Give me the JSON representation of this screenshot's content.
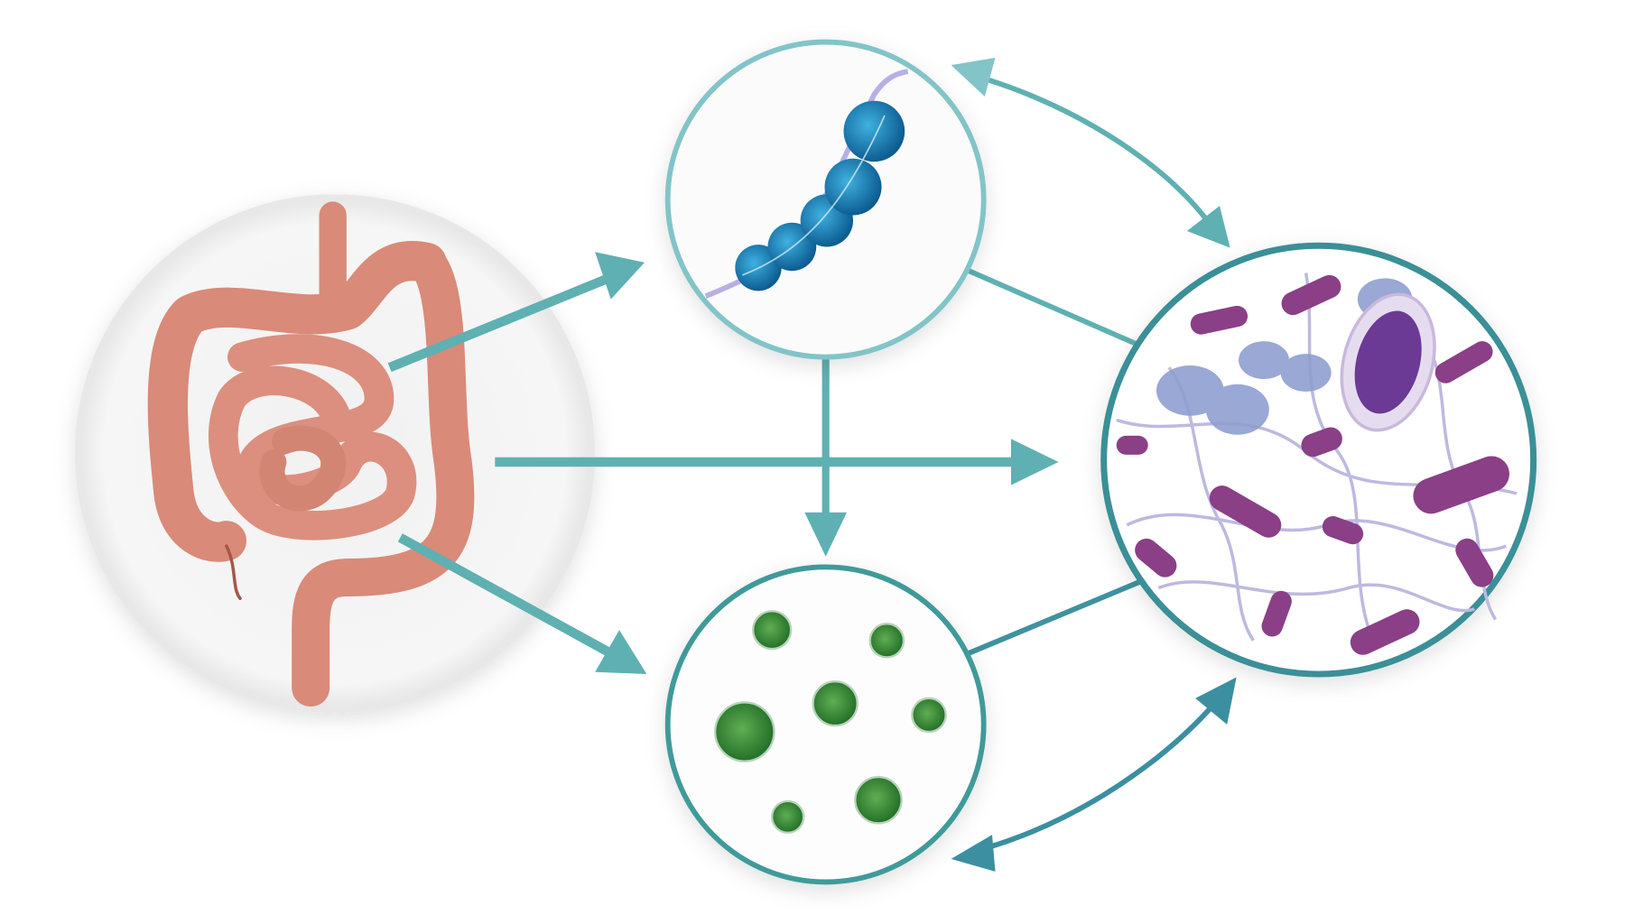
{
  "colors": {
    "background": "#ffffff",
    "arrow": "#5fb0b2",
    "arrow_dark": "#3b8fa0",
    "top_circle_stroke": "#82c4c8",
    "bottom_circle_stroke": "#3f9a9a",
    "right_circle_stroke": "#3a8f97",
    "intestine": "#d98a78",
    "bacteria_chain": "#1f7fb5",
    "virus": "#3f8f3a",
    "rod_bacteria": "#8a3f86",
    "fungal_hyphae": "#b9b6dd",
    "yeast": "#8e9fd0"
  },
  "nodes": [
    {
      "id": "gut",
      "icon": "intestine-icon"
    },
    {
      "id": "bacteria",
      "icon": "streptococcus-chain-icon"
    },
    {
      "id": "viruses",
      "icon": "virus-cluster-icon"
    },
    {
      "id": "mixed-microbiome",
      "icon": "fungi-and-bacteria-icon"
    }
  ]
}
